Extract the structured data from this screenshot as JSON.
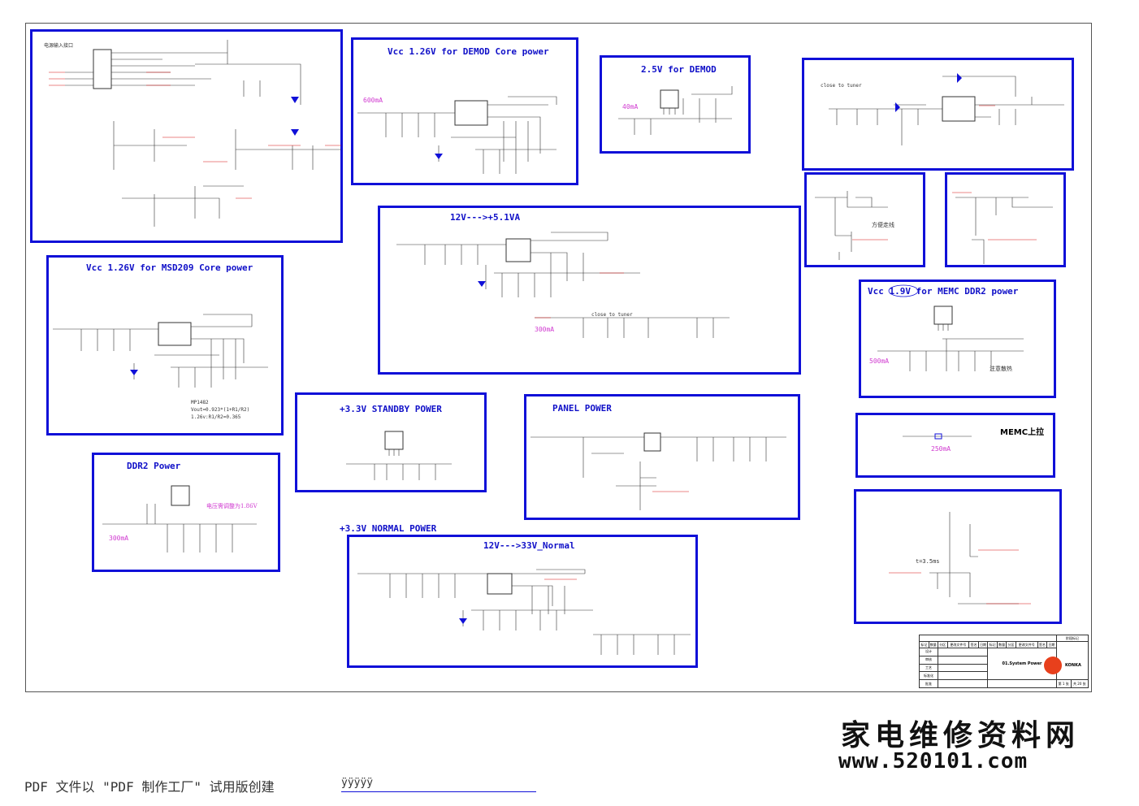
{
  "blocks": {
    "power_input": {
      "label": "电源输入接口"
    },
    "demod_core": {
      "title": "Vcc 1.26V for DEMOD Core power",
      "current": "600mA"
    },
    "demod_25": {
      "title": "2.5V for DEMOD",
      "current": "40mA"
    },
    "tuner": {
      "note": "close to tuner"
    },
    "msd209": {
      "title": "Vcc 1.26V for MSD209 Core power",
      "formula": [
        "MP1482",
        "Vout=0.923*(1+R1/R2)",
        "1.26v:R1/R2=0.365"
      ]
    },
    "conv_51": {
      "title": "12V--->+5.1VA",
      "current": "300mA",
      "note": "close to tuner"
    },
    "memc_19": {
      "title": "Vcc 1.9V for MEMC DDR2 power",
      "current": "500mA",
      "heat": "注意散热"
    },
    "standby": {
      "title": "+3.3V STANDBY POWER"
    },
    "panel": {
      "title": "PANEL POWER"
    },
    "ddr2": {
      "title": "DDR2 Power",
      "adjust": "电压需调整为1.86V",
      "current": "300mA"
    },
    "memc_pullup": {
      "title": "MEMC上拉",
      "current": "250mA"
    },
    "normal_33": {
      "title": "+3.3V NORMAL POWER"
    },
    "conv_33v": {
      "title": "12V--->33V_Normal"
    },
    "switch_a": {
      "note": "方便走线"
    },
    "delay": {
      "note": "t=3.5ms"
    }
  },
  "title_block": {
    "row1": [
      "标记",
      "数量",
      "分区",
      "更改文件号",
      "签名",
      "日期",
      "标记",
      "数量",
      "分区",
      "更改文件号",
      "签名",
      "日期"
    ],
    "labels": [
      "设计",
      "审核",
      "工艺",
      "标准化",
      "批准"
    ],
    "stage": [
      "阶段标记"
    ],
    "drawing": "01.System Power",
    "brand": "KONKA",
    "sheet_no": "第 1 张",
    "sheet_total": "共 20 张"
  },
  "footer": {
    "text": "PDF 文件以 \"PDF 制作工厂\" 试用版创建",
    "mark": "ÿÿÿÿÿ"
  },
  "watermark": {
    "cn": "家电维修资料网",
    "url": "www.520101.com"
  },
  "colors": {
    "block_border": "#1010d8",
    "title": "#1010c8",
    "current": "#d03ad0",
    "net_red": "#d81010"
  }
}
